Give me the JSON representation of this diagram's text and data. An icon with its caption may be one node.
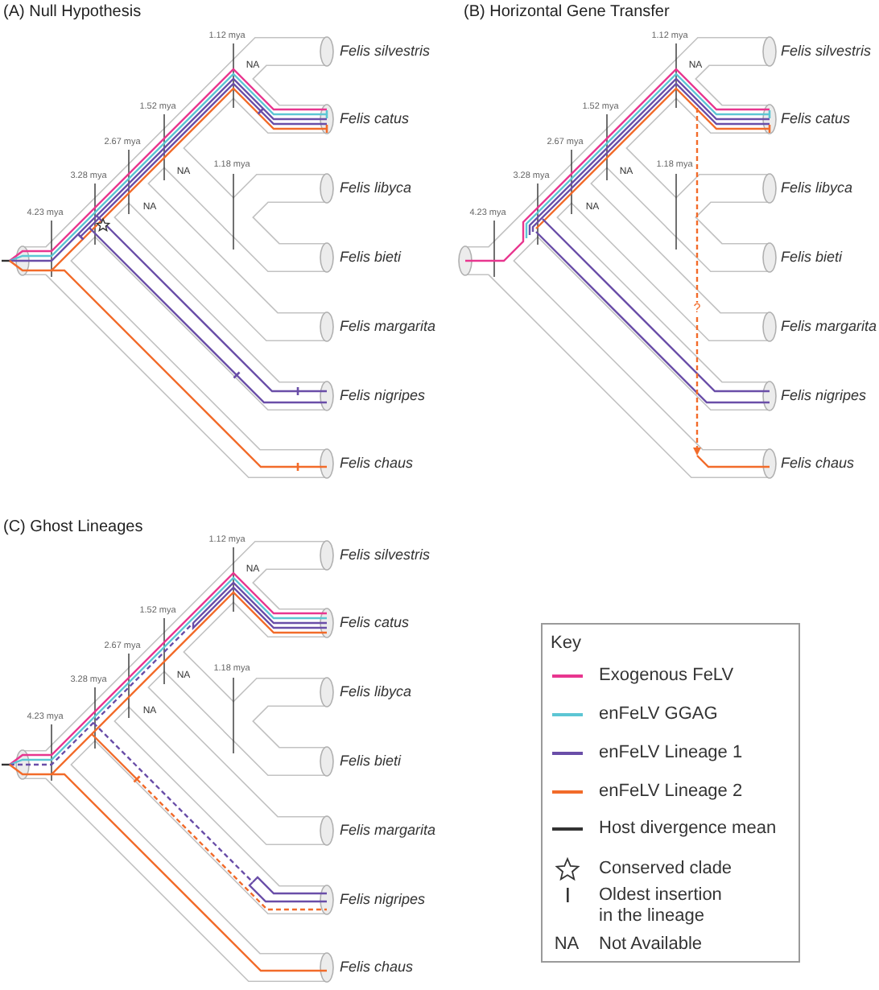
{
  "diagram": {
    "labels": [
      "(A) Null Hypothesis",
      "1.12 mya",
      "NA",
      "1.52 mya",
      "2.67 mya",
      "NA",
      "1.18 mya",
      "3.28 mya",
      "NA",
      "4.23 mya",
      "Felis silvestris",
      "Felis catus",
      "Felis libyca",
      "Felis bieti",
      "Felis margarita",
      "Felis nigripes",
      "Felis chaus",
      "(B) Horizontal Gene Transfer",
      "1.12 mya",
      "NA",
      "1.52 mya",
      "2.67 mya",
      "NA",
      "1.18 mya",
      "3.28 mya",
      "NA",
      "4.23 mya",
      "?",
      "Felis silvestris",
      "Felis catus",
      "Felis libyca",
      "Felis bieti",
      "Felis margarita",
      "Felis nigripes",
      "Felis chaus",
      "(C) Ghost Lineages",
      "1.12 mya",
      "NA",
      "1.52 mya",
      "2.67 mya",
      "NA",
      "1.18 mya",
      "3.28 mya",
      "NA",
      "4.23 mya",
      "Felis silvestris",
      "Felis catus",
      "Felis libyca",
      "Felis bieti",
      "Felis margarita",
      "Felis nigripes",
      "Felis chaus",
      "Key",
      "NA"
    ],
    "legend": [
      {
        "text": "Exogenous FeLV",
        "color": "#e8368f"
      },
      {
        "text": "enFeLV GGAG",
        "color": "#5cc6d4"
      },
      {
        "text": "enFeLV Lineage 1",
        "color": "#6a4ea8"
      },
      {
        "text": "enFeLV Lineage 2",
        "color": "#f26b2a"
      },
      {
        "text": "Host divergence mean",
        "color": "#333333"
      },
      {
        "text": "Conserved clade"
      },
      {
        "text": "Oldest insertion in the lineage"
      },
      {
        "text": "Not Available"
      }
    ]
  }
}
